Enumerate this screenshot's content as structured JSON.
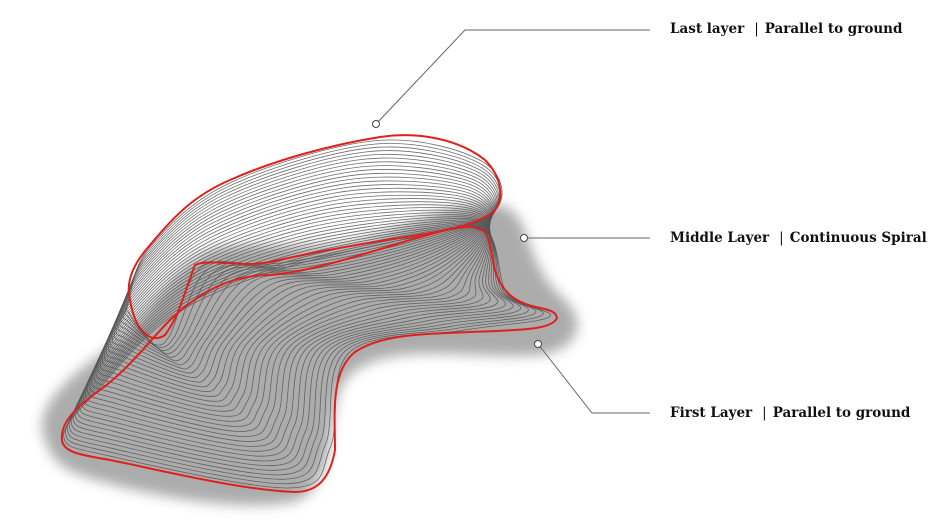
{
  "annotations": [
    {
      "id": "last",
      "name": "Last layer",
      "note": "Parallel to ground"
    },
    {
      "id": "middle",
      "name": "Middle Layer",
      "note": "Continuous Spiral"
    },
    {
      "id": "first",
      "name": "First Layer",
      "note": "Parallel to ground"
    }
  ],
  "colors": {
    "accent_layer": "#e0201c",
    "slice_lines": "#555555",
    "shadow": "#a6a6a6",
    "leader_lines": "#666666"
  }
}
